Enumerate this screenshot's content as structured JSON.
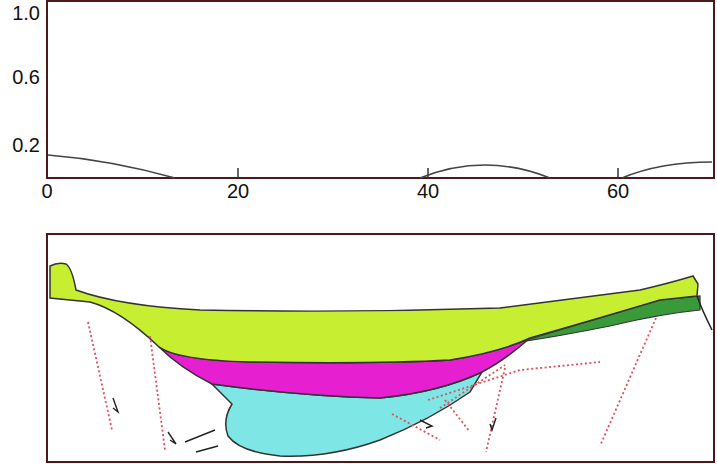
{
  "diagram": {
    "labels": [
      "1.0",
      "0.6",
      "0.2",
      "0",
      "20",
      "40",
      "60"
    ]
  }
}
